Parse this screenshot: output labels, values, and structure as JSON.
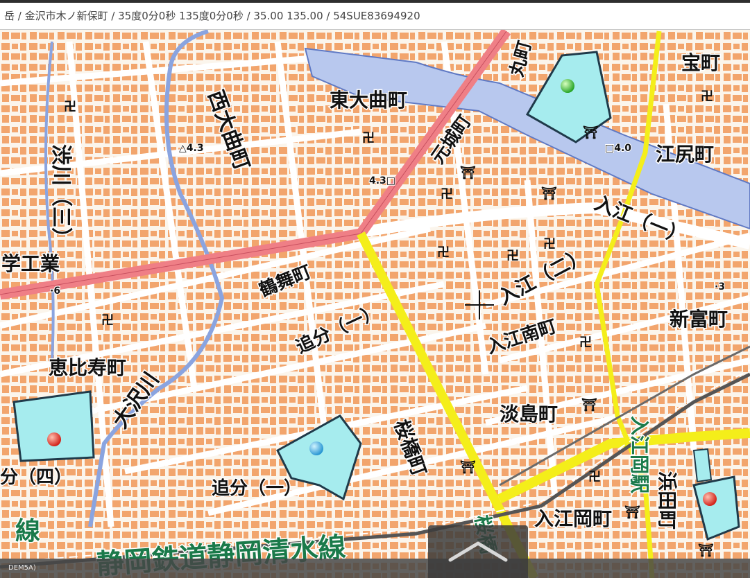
{
  "header": {
    "location_text": "岳 / 金沢市木ノ新保町 / 35度0分0秒 135度0分0秒 / 35.00 135.00 / 54SUE83694920"
  },
  "map": {
    "labels": {
      "nishi_omagari": "西大曲町",
      "higashi_omagari": "東大曲町",
      "motoshiro": "元城町",
      "maru": "丸町",
      "takara": "宝町",
      "ejiri": "江尻町",
      "shibukawa": "渋川（三）",
      "irie1": "入江（一）",
      "gakko": "学工業",
      "tsurumai": "鶴舞町",
      "irie2": "入江（二）",
      "shintomi": "新富町",
      "oiwake1": "追分（一）",
      "irie_minami": "入江南町",
      "ebisu": "恵比寿町",
      "osawa": "大沢川",
      "awashima": "淡島町",
      "irieoka_station": "入江岡駅",
      "sakurabashi": "桜橋町",
      "hamada": "浜田町",
      "shi": "分（四）",
      "oiwake2": "追分（一）",
      "irieoka": "入江岡町",
      "sen": "線",
      "railway": "静岡鉄道静岡清水線",
      "sakurabashi_station": "桜橋",
      "spot1": "△4.3",
      "spot2": "4.3□",
      "spot3": "□4.0",
      "spot4": "·3",
      "spot5": "·6"
    }
  },
  "footer": {
    "attribution": "DEM5A)"
  },
  "colors": {
    "road_red": "#ef7f86",
    "road_yellow": "#f4ee1a",
    "river": "#b8c8ee",
    "building": "#f2a56d",
    "park": "#a6ecee",
    "station_text": "#1a7a4a"
  }
}
